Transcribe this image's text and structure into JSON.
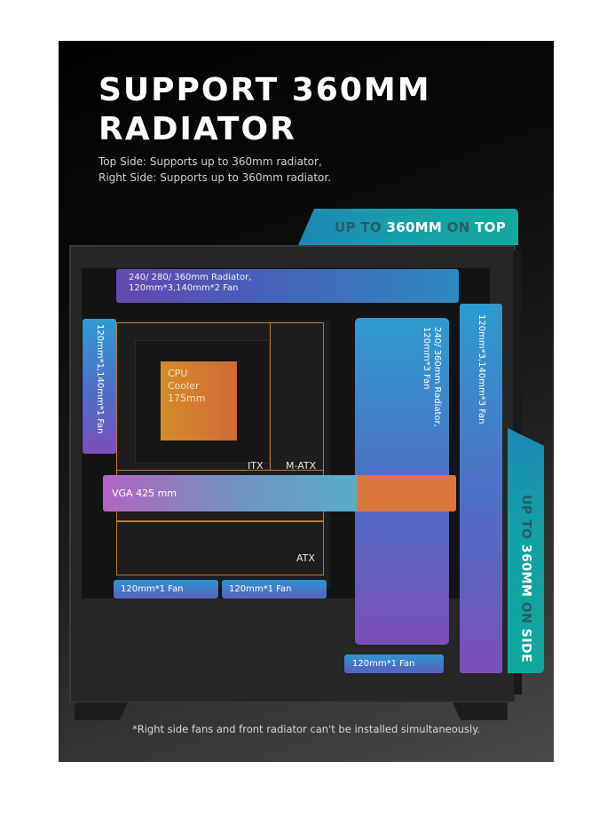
{
  "heading": {
    "title_line1": "SUPPORT 360MM",
    "title_line2": "RADIATOR",
    "subtitle_line1": "Top Side: Supports up to 360mm radiator,",
    "subtitle_line2": "Right Side: Supports up to 360mm radiator."
  },
  "top_tag": {
    "part1": "UP TO ",
    "part2": "360MM",
    "part3": " ON ",
    "part4": "TOP",
    "colors": {
      "start": "#1e86b9",
      "end": "#11a99b",
      "dim_text": "#2b5c66",
      "bright_text": "#ffffff"
    }
  },
  "side_tag": {
    "part1": "UP TO ",
    "part2": "360MM",
    "part3": " ON ",
    "part4": "SIDE"
  },
  "labels": {
    "top_radiator_line1": "240/ 280/ 360mm Radiator,",
    "top_radiator_line2": "120mm*3,140mm*2 Fan",
    "rear_fan": "120mm*1,140mm*1 Fan",
    "cpu_cooler_line1": "CPU",
    "cpu_cooler_line2": "Cooler",
    "cpu_cooler_line3": "175mm",
    "itx": "ITX",
    "matx": "M-ATX",
    "atx": "ATX",
    "vga": "VGA 425 mm",
    "front_radiator_line1": "240/ 360mm Radiator,",
    "front_radiator_line2": "120mm*3 Fan",
    "side_fans": "120mm*3,140mm*3 Fan",
    "bottom_fan_1": "120mm*1 Fan",
    "bottom_fan_2": "120mm*1 Fan",
    "bottom_fan_3": "120mm*1 Fan"
  },
  "colors": {
    "purple": "#7b4ebc",
    "blue": "#2e95cf",
    "teal": "#11a99b",
    "orange": "#d9763f",
    "board_outline": "#b97a2e"
  },
  "footnote": "*Right side fans and front radiator can't be installed simultaneously."
}
